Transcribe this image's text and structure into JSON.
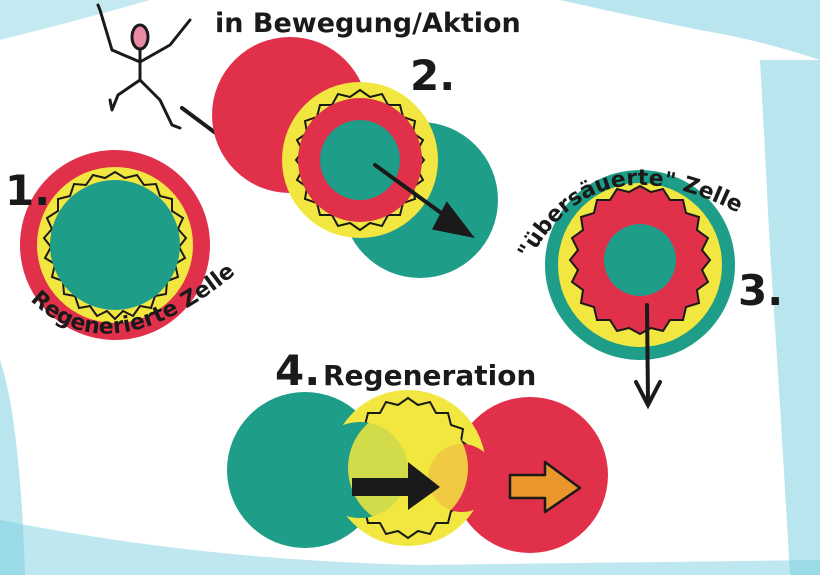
{
  "labels": {
    "movement": "in Bewegung/Aktion",
    "step1_num": "1.",
    "step1_caption": "Regenerierte Zelle",
    "step2_num": "2.",
    "step3_num": "3.",
    "step3_caption": "\"übersäuerte\" Zelle",
    "step4_num": "4.",
    "step4_caption": "Regeneration"
  },
  "colors": {
    "red": "#e0304a",
    "green": "#1e9e88",
    "yellow": "#f2e640",
    "orange": "#e9962a",
    "ink": "#1a1a1a",
    "crayon_blue": "#7dcfe0",
    "pink_head": "#e98aa5"
  }
}
